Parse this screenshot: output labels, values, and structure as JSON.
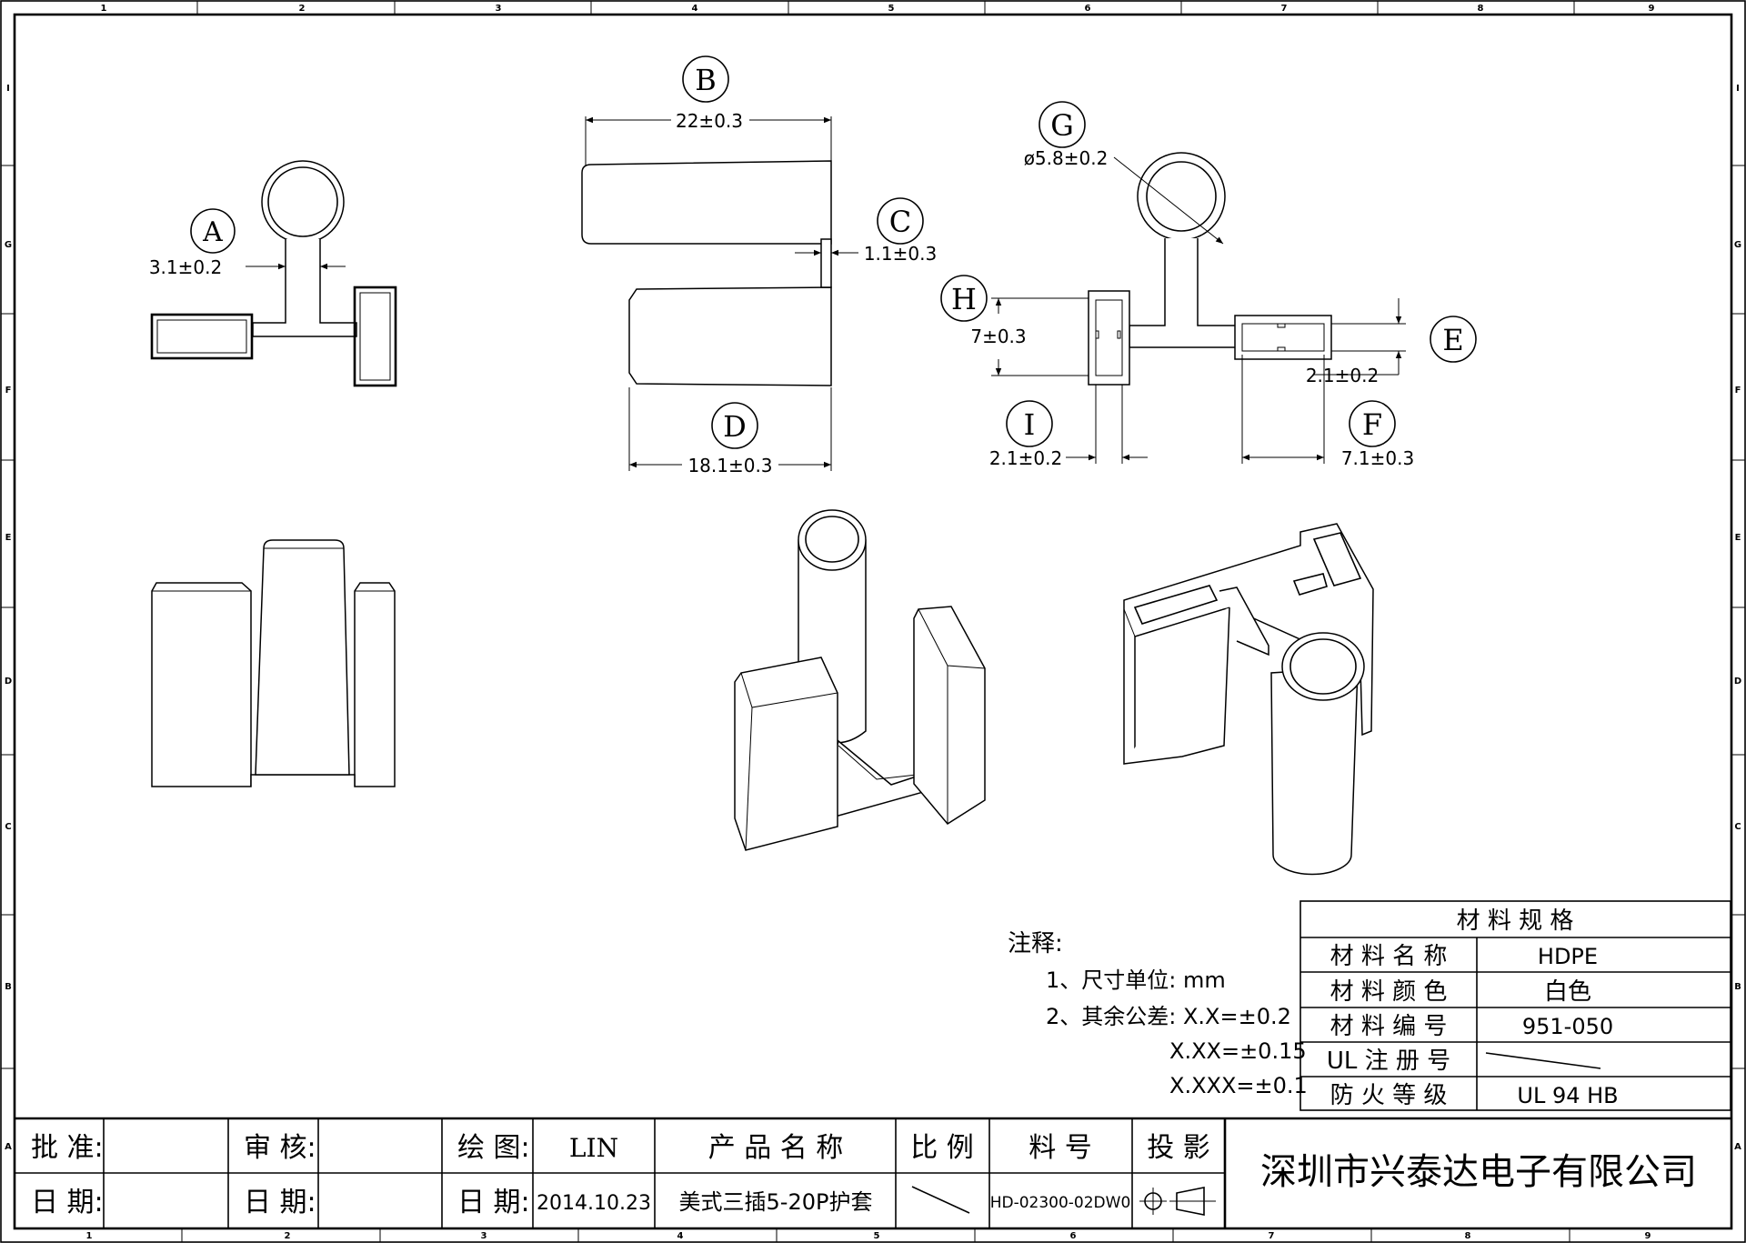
{
  "border": {
    "columns": [
      "1",
      "2",
      "3",
      "4",
      "5",
      "6",
      "7",
      "8",
      "9"
    ],
    "rows": [
      "I",
      "G",
      "F",
      "E",
      "D",
      "C",
      "B",
      "A"
    ]
  },
  "balloons": {
    "a": {
      "letter": "A",
      "value": "3.1±0.2"
    },
    "b": {
      "letter": "B",
      "value": "22±0.3"
    },
    "c": {
      "letter": "C",
      "value": "1.1±0.3"
    },
    "d": {
      "letter": "D",
      "value": "18.1±0.3"
    },
    "e": {
      "letter": "E",
      "value": "2.1±0.2"
    },
    "f": {
      "letter": "F",
      "value": "7.1±0.3"
    },
    "g": {
      "letter": "G",
      "value": "ø5.8±0.2"
    },
    "h": {
      "letter": "H",
      "value": "7±0.3"
    },
    "i": {
      "letter": "I",
      "value": "2.1±0.2"
    }
  },
  "notes": {
    "title": "注释:",
    "line1": "1、尺寸单位: mm",
    "line2": "2、其余公差: X.X=±0.2",
    "line3": "X.XX=±0.15",
    "line4": "X.XXX=±0.1"
  },
  "material": {
    "header": "材 料 规 格",
    "rows": [
      {
        "label": "材 料 名 称",
        "value": "HDPE"
      },
      {
        "label": "材 料 颜 色",
        "value": "白色"
      },
      {
        "label": "材 料 编 号",
        "value": "951-050"
      },
      {
        "label": "UL 注 册 号",
        "value": ""
      },
      {
        "label": "防 火 等 级",
        "value": "UL 94 HB"
      }
    ]
  },
  "title_block": {
    "approve_label": "批 准:",
    "review_label": "审 核:",
    "draw_label": "绘 图:",
    "drawer": "LIN",
    "product_name_label": "产 品 名 称",
    "scale_label": "比 例",
    "part_no_label": "料 号",
    "projection_label": "投 影",
    "date_label_1": "日 期:",
    "date_label_2": "日 期:",
    "date_label_3": "日 期:",
    "date": "2014.10.23",
    "product_name": "美式三插5-20P护套",
    "part_no": "HD-02300-02DW0",
    "company": "深圳市兴泰达电子有限公司"
  }
}
